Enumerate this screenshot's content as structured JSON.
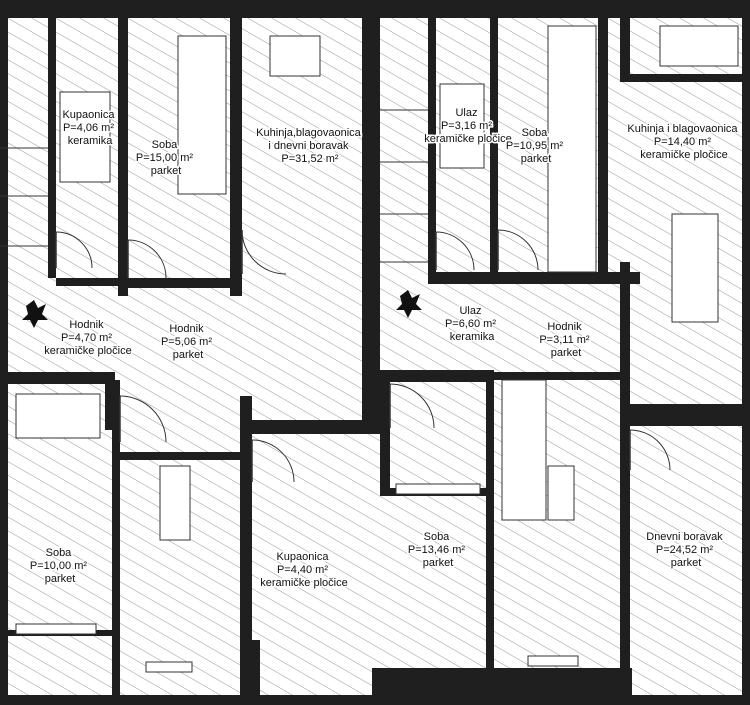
{
  "plan": {
    "rooms": [
      {
        "id": "room-1",
        "lines": [
          "Kupaonica",
          "P=4,06 m²",
          "keramika"
        ]
      },
      {
        "id": "room-2",
        "lines": [
          "Soba",
          "P=15,00 m²",
          "parket"
        ]
      },
      {
        "id": "room-3",
        "lines": [
          "Kuhinja,blagovaonica",
          "i dnevni boravak",
          "P=31,52 m²"
        ]
      },
      {
        "id": "room-4",
        "lines": [
          "Hodnik",
          "P=4,70 m²",
          "keramičke pločice"
        ]
      },
      {
        "id": "room-5",
        "lines": [
          "Hodnik",
          "P=5,06 m²",
          "parket"
        ]
      },
      {
        "id": "room-6",
        "lines": [
          "Soba",
          "P=10,00 m²",
          "parket"
        ]
      },
      {
        "id": "room-7",
        "lines": [
          "Kupaonica",
          "P=4,40 m²",
          "keramičke pločice"
        ]
      },
      {
        "id": "room-8",
        "lines": [
          "Ulaz",
          "P=3,16 m²",
          "keramičke pločice"
        ]
      },
      {
        "id": "room-9",
        "lines": [
          "Soba",
          "P=10,95 m²",
          "parket"
        ]
      },
      {
        "id": "room-10",
        "lines": [
          "Kuhinja i blagovaonica",
          "P=14,40 m²",
          "keramičke pločice"
        ]
      },
      {
        "id": "room-11",
        "lines": [
          "Ulaz",
          "P=6,60 m²",
          "keramika"
        ]
      },
      {
        "id": "room-12",
        "lines": [
          "Hodnik",
          "P=3,11 m²",
          "parket"
        ]
      },
      {
        "id": "room-13",
        "lines": [
          "Soba",
          "P=13,46 m²",
          "parket"
        ]
      },
      {
        "id": "room-14",
        "lines": [
          "Dnevni boravak",
          "P=24,52 m²",
          "parket"
        ]
      }
    ]
  }
}
